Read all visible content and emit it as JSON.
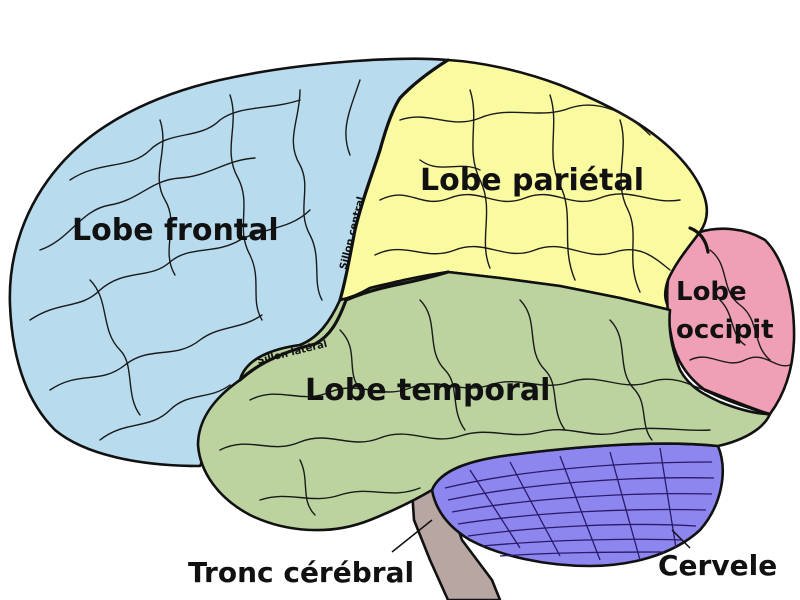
{
  "diagram": {
    "colors": {
      "frontal": "#b8dcee",
      "parietal": "#fafaa0",
      "temporal": "#bcd39f",
      "occipital": "#f0a0b4",
      "cerebellum": "#8d86ef",
      "brainstem": "#b7a6a2"
    },
    "labels": {
      "frontal": "Lobe frontal",
      "parietal": "Lobe pariétal",
      "temporal": "Lobe temporal",
      "occipital_line1": "Lobe",
      "occipital_line2": "occipit",
      "brainstem": "Tronc cérébral",
      "cerebellum": "Cervele",
      "central_sulcus": "Sillon central",
      "lateral_sulcus": "Sillon latéral"
    }
  }
}
